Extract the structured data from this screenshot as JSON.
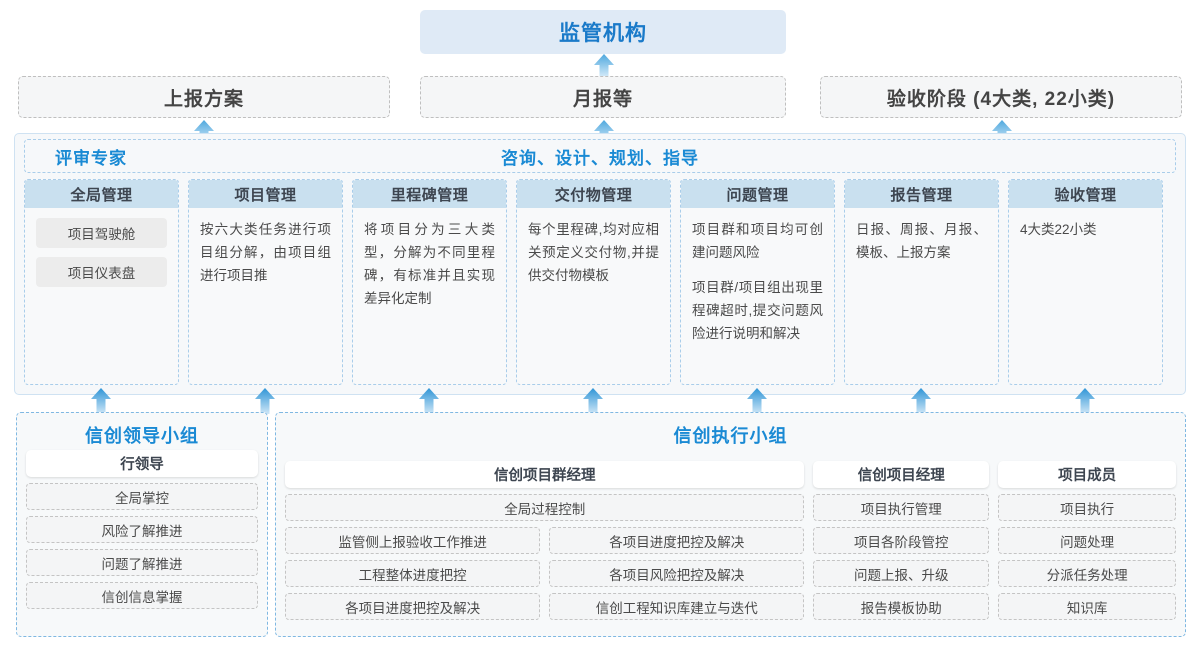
{
  "top": {
    "regulator": "监管机构",
    "boxes": [
      {
        "label": "上报方案"
      },
      {
        "label": "月报等"
      },
      {
        "label": "验收阶段 (4大类, 22小类)"
      }
    ]
  },
  "middle": {
    "left_label": "评审专家",
    "center_label": "咨询、设计、规划、指导",
    "cards": [
      {
        "title": "全局管理",
        "chips": [
          "项目驾驶舱",
          "项目仪表盘"
        ],
        "paragraphs": []
      },
      {
        "title": "项目管理",
        "chips": [],
        "paragraphs": [
          "按六大类任务进行项目组分解，由项目组进行项目推"
        ]
      },
      {
        "title": "里程碑管理",
        "chips": [],
        "paragraphs": [
          "将项目分为三大类型，分解为不同里程碑，有标准并且实现差异化定制"
        ]
      },
      {
        "title": "交付物管理",
        "chips": [],
        "paragraphs": [
          "每个里程碑,均对应相关预定义交付物,并提供交付物模板"
        ]
      },
      {
        "title": "问题管理",
        "chips": [],
        "paragraphs": [
          "项目群和项目均可创建问题风险",
          "项目群/项目组出现里程碑超时,提交问题风险进行说明和解决"
        ]
      },
      {
        "title": "报告管理",
        "chips": [],
        "paragraphs": [
          "日报、周报、月报、模板、上报方案"
        ]
      },
      {
        "title": "验收管理",
        "chips": [],
        "paragraphs": [
          "4大类22小类"
        ]
      }
    ]
  },
  "bottom": {
    "leader_group": {
      "title": "信创领导小组",
      "role": "行领导",
      "tasks": [
        "全局掌控",
        "风险了解推进",
        "问题了解推进",
        "信创信息掌握"
      ]
    },
    "exec_group": {
      "title": "信创执行小组",
      "columns": [
        {
          "role": "信创项目群经理",
          "wide_task": "全局过程控制",
          "tasks_left": [
            "监管侧上报验收工作推进",
            "工程整体进度把控",
            "各项目进度把控及解决"
          ],
          "tasks_right": [
            "各项目进度把控及解决",
            "各项目风险把控及解决",
            "信创工程知识库建立与迭代"
          ]
        },
        {
          "role": "信创项目经理",
          "tasks": [
            "项目执行管理",
            "项目各阶段管控",
            "问题上报、升级",
            "报告模板协助"
          ]
        },
        {
          "role": "项目成员",
          "tasks": [
            "项目执行",
            "问题处理",
            "分派任务处理",
            "知识库"
          ]
        }
      ]
    }
  },
  "colors": {
    "accent_blue": "#1a8ad4",
    "header_blue": "#c9e0ef",
    "regulator_bg": "#dfeaf6",
    "arrow_blue": "#3aa0dd"
  },
  "arrows": {
    "icon": "arrow-up-icon",
    "top_row_x": [
      204,
      597,
      995
    ],
    "mid_row_x": [
      98,
      256,
      414,
      572,
      730,
      888,
      1046
    ]
  }
}
